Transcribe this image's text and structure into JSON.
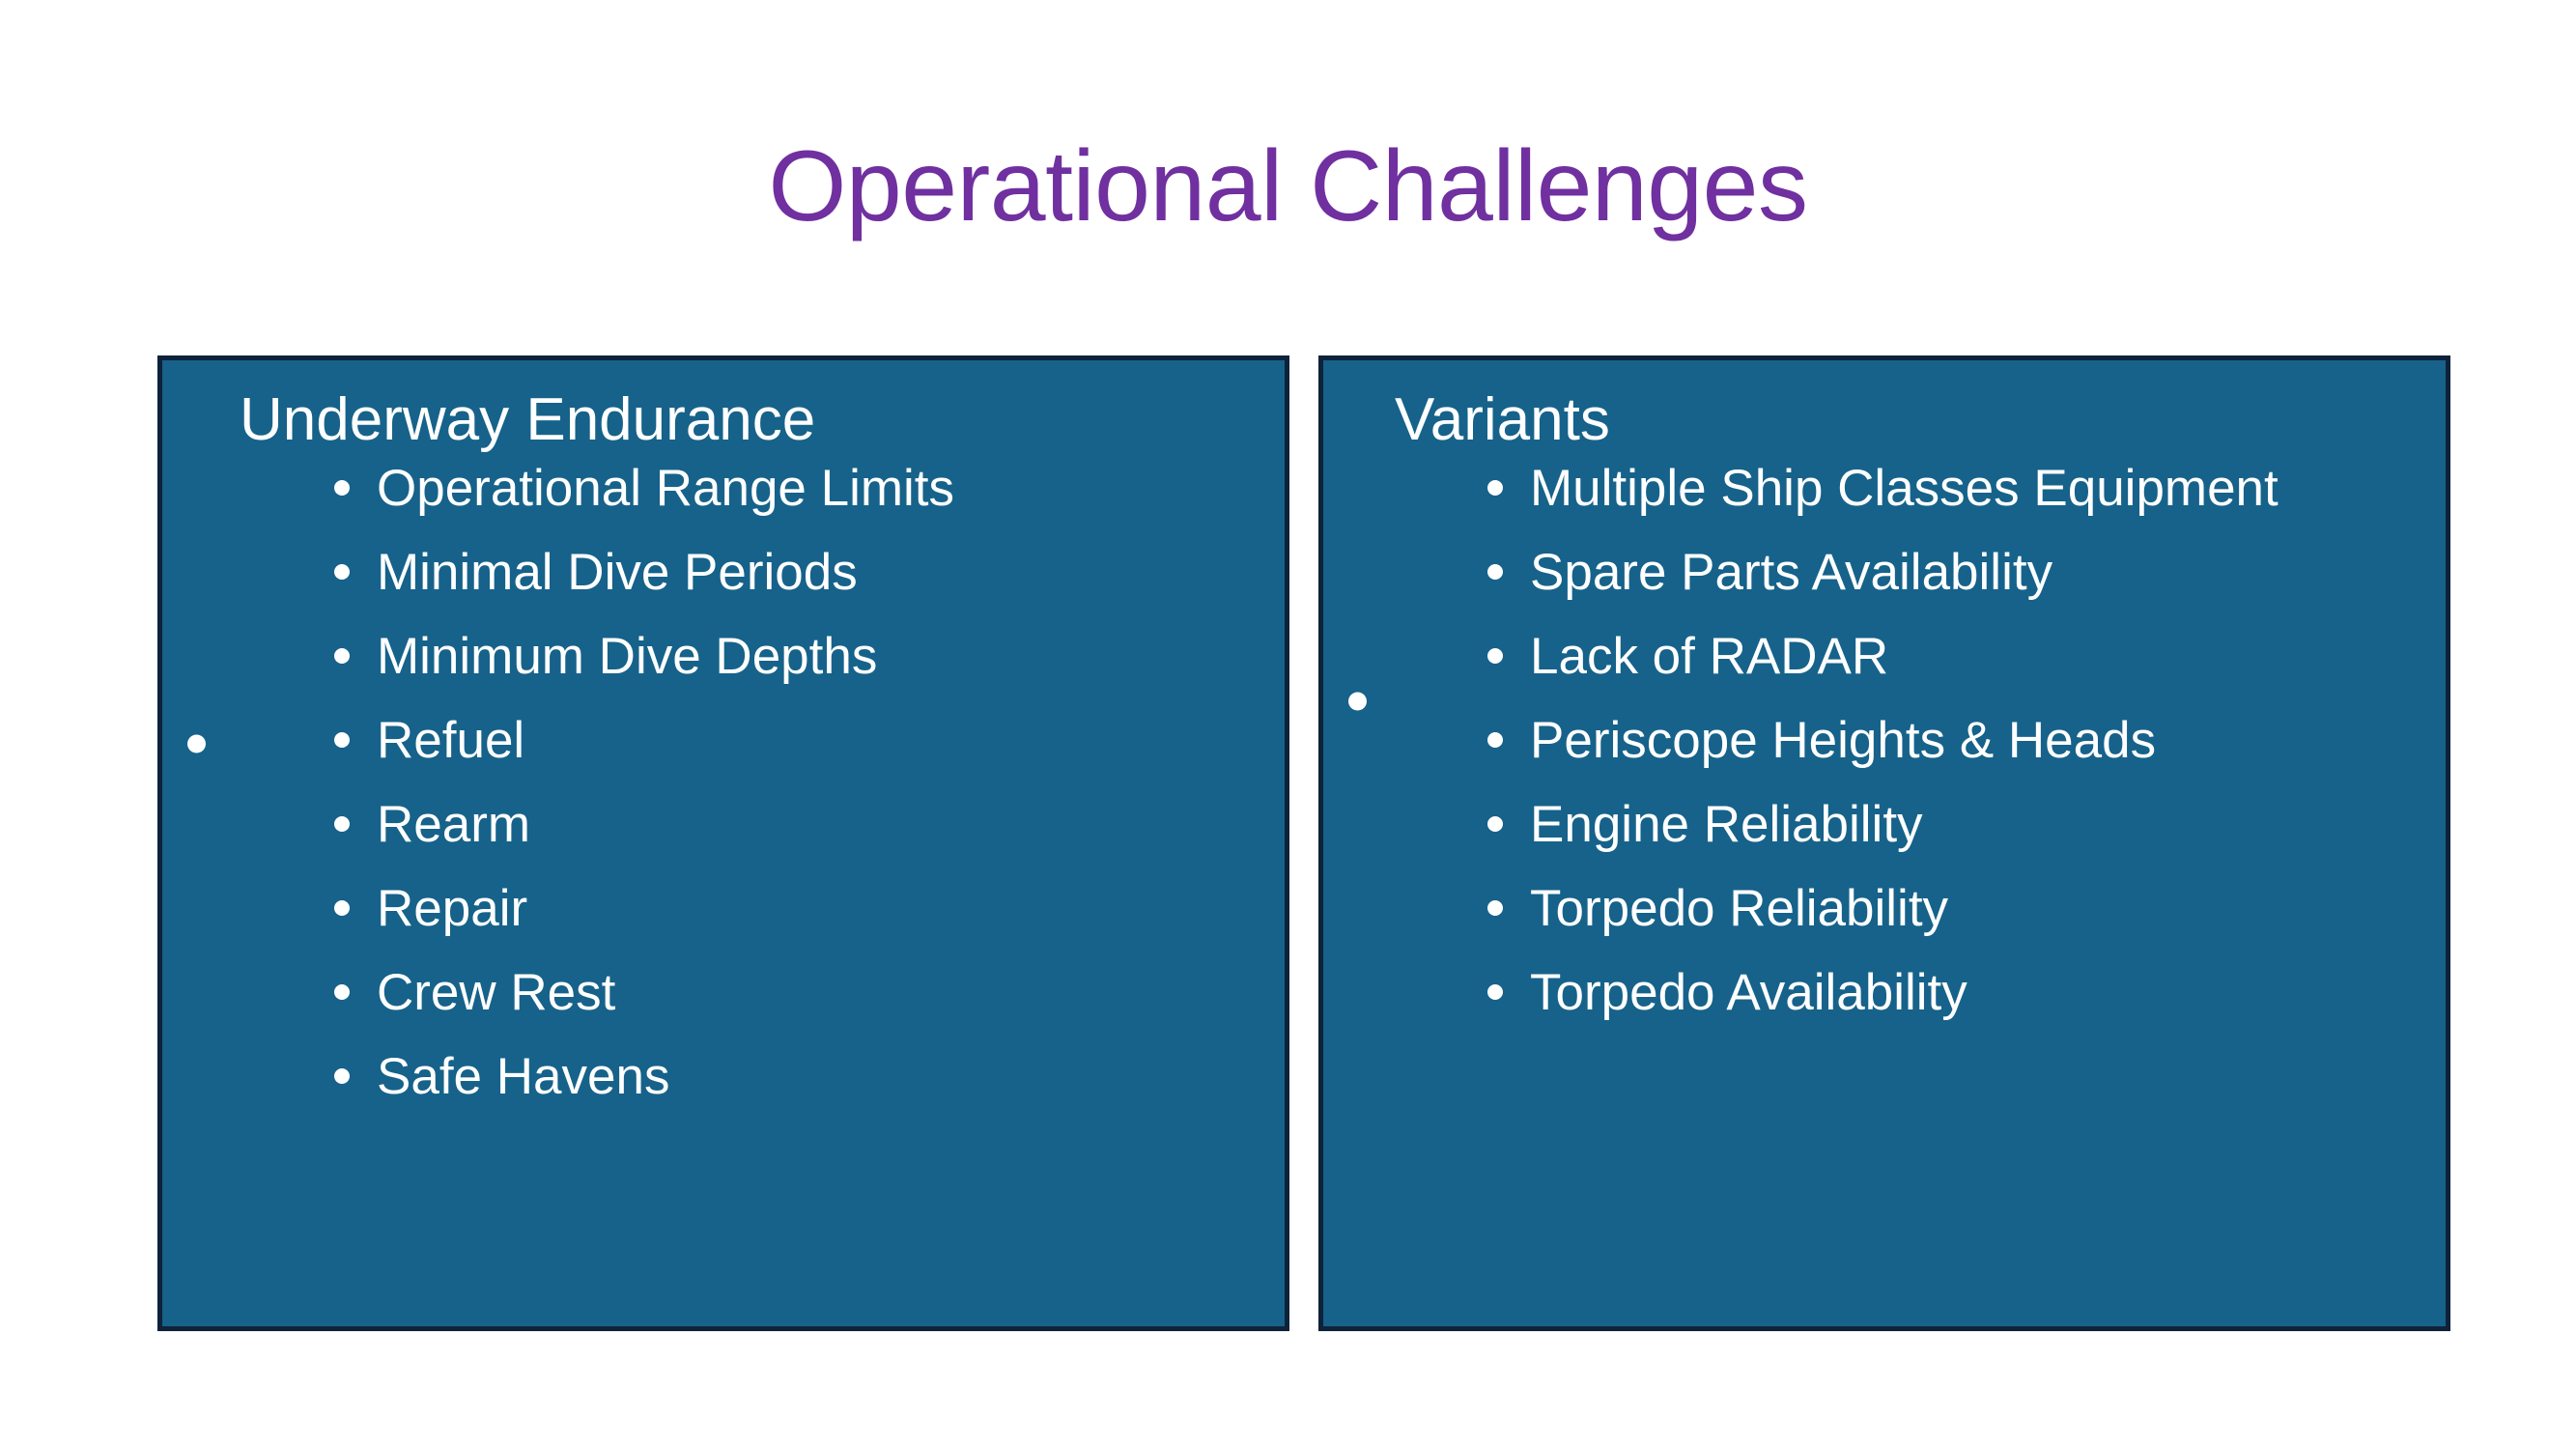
{
  "slide": {
    "title": "Operational Challenges",
    "title_color": "#7030A0",
    "background_color": "#FFFFFF",
    "panel_fill_color": "#16628A",
    "panel_border_color": "#0E2239",
    "text_color": "#FFFFFF",
    "bullet_glyph": "round-dot"
  },
  "panels": [
    {
      "heading": "Underway Endurance",
      "items": [
        "Operational Range Limits",
        "Minimal Dive Periods",
        "Minimum Dive Depths",
        "Refuel",
        "Rearm",
        "Repair",
        "Crew Rest",
        "Safe Havens"
      ]
    },
    {
      "heading": "Variants",
      "items": [
        "Multiple Ship Classes Equipment",
        "Spare Parts Availability",
        "Lack of RADAR",
        "Periscope Heights & Heads",
        "Engine Reliability",
        "Torpedo Reliability",
        "Torpedo Availability"
      ]
    }
  ]
}
